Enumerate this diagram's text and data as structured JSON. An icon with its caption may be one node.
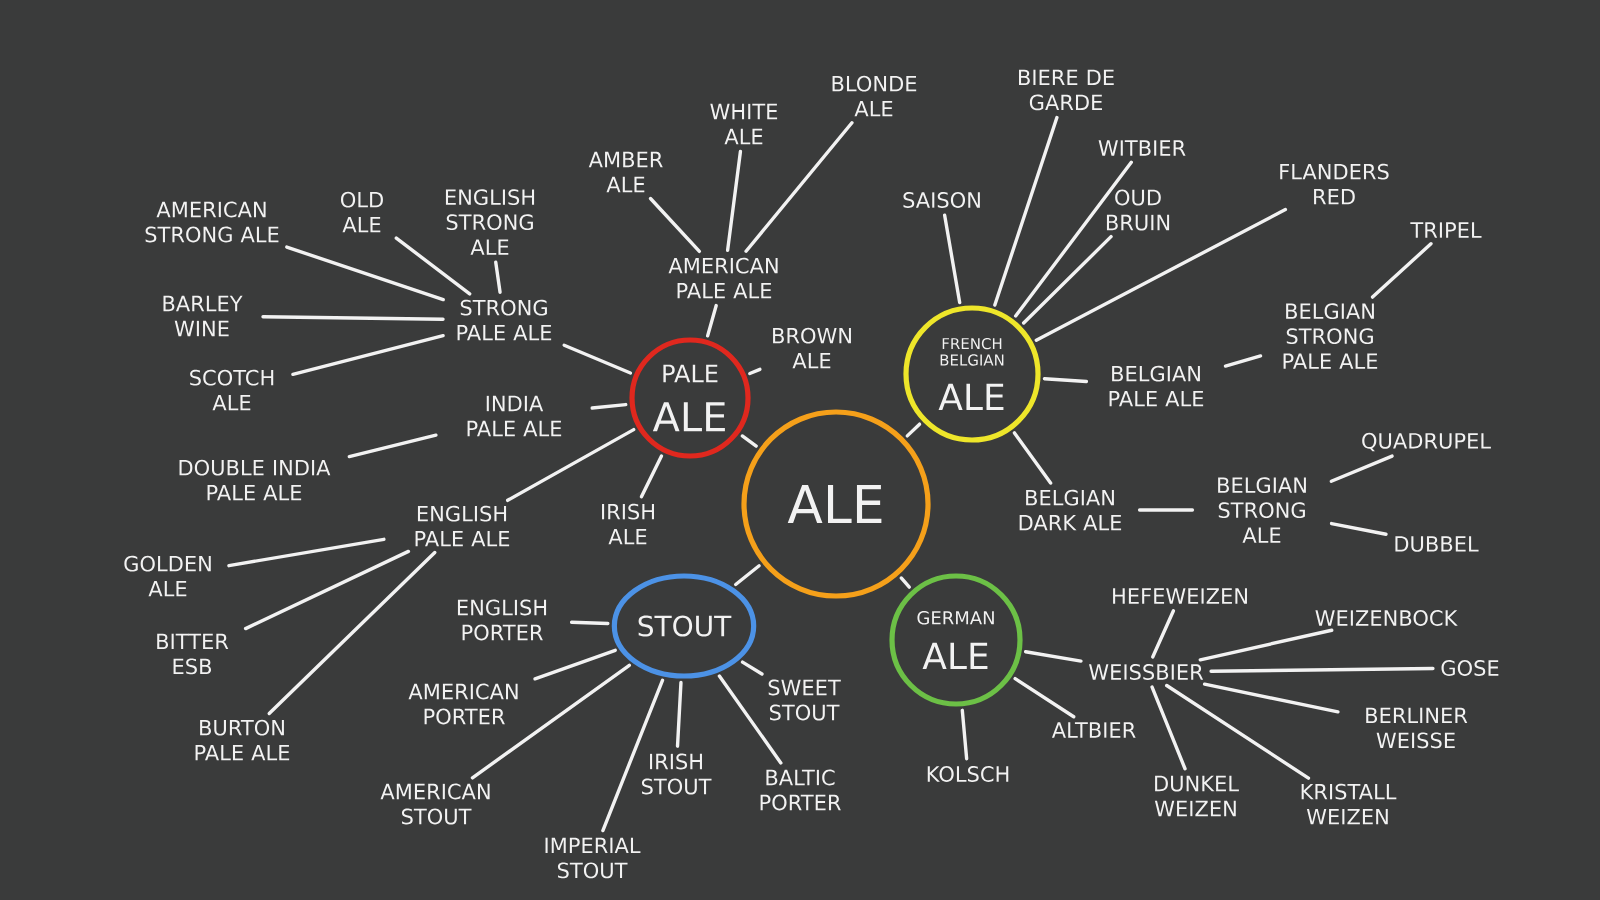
{
  "diagram": {
    "nodes": [
      {
        "text": [
          "ALE"
        ]
      },
      {
        "text": [
          "PALE",
          "ALE"
        ]
      },
      {
        "text": [
          "FRENCH BELGIAN",
          "ALE"
        ]
      },
      {
        "text": [
          "STOUT"
        ]
      },
      {
        "text": [
          "GERMAN",
          "ALE"
        ]
      },
      {
        "text": [
          "AMERICAN PALE ALE"
        ]
      },
      {
        "text": [
          "BROWN ALE"
        ]
      },
      {
        "text": [
          "STRONG PALE ALE"
        ]
      },
      {
        "text": [
          "INDIA PALE ALE"
        ]
      },
      {
        "text": [
          "ENGLISH PALE ALE"
        ]
      },
      {
        "text": [
          "IRISH ALE"
        ]
      },
      {
        "text": [
          "AMBER ALE"
        ]
      },
      {
        "text": [
          "WHITE ALE"
        ]
      },
      {
        "text": [
          "BLONDE ALE"
        ]
      },
      {
        "text": [
          "AMERICAN STRONG ALE"
        ]
      },
      {
        "text": [
          "OLD ALE"
        ]
      },
      {
        "text": [
          "ENGLISH STRONG ALE"
        ]
      },
      {
        "text": [
          "BARLEY WINE"
        ]
      },
      {
        "text": [
          "SCOTCH ALE"
        ]
      },
      {
        "text": [
          "DOUBLE INDIA PALE ALE"
        ]
      },
      {
        "text": [
          "GOLDEN ALE"
        ]
      },
      {
        "text": [
          "BITTER ESB"
        ]
      },
      {
        "text": [
          "BURTON PALE ALE"
        ]
      },
      {
        "text": [
          "SAISON"
        ]
      },
      {
        "text": [
          "BIERE DE GARDE"
        ]
      },
      {
        "text": [
          "WITBIER"
        ]
      },
      {
        "text": [
          "OUD BRUIN"
        ]
      },
      {
        "text": [
          "FLANDERS RED"
        ]
      },
      {
        "text": [
          "BELGIAN PALE ALE"
        ]
      },
      {
        "text": [
          "BELGIAN DARK ALE"
        ]
      },
      {
        "text": [
          "BELGIAN STRONG PALE ALE"
        ]
      },
      {
        "text": [
          "TRIPEL"
        ]
      },
      {
        "text": [
          "BELGIAN STRONG ALE"
        ]
      },
      {
        "text": [
          "QUADRUPEL"
        ]
      },
      {
        "text": [
          "DUBBEL"
        ]
      },
      {
        "text": [
          "ENGLISH PORTER"
        ]
      },
      {
        "text": [
          "AMERICAN PORTER"
        ]
      },
      {
        "text": [
          "AMERICAN STOUT"
        ]
      },
      {
        "text": [
          "IMPERIAL STOUT"
        ]
      },
      {
        "text": [
          "IRISH STOUT"
        ]
      },
      {
        "text": [
          "BALTIC PORTER"
        ]
      },
      {
        "text": [
          "SWEET STOUT"
        ]
      },
      {
        "text": [
          "WEISSBIER"
        ]
      },
      {
        "text": [
          "ALTBIER"
        ]
      },
      {
        "text": [
          "KOLSCH"
        ]
      },
      {
        "text": [
          "HEFEWEIZEN"
        ]
      },
      {
        "text": [
          "WEIZENBOCK"
        ]
      },
      {
        "text": [
          "GOSE"
        ]
      },
      {
        "text": [
          "BERLINER WEISSE"
        ]
      },
      {
        "text": [
          "DUNKEL WEIZEN"
        ]
      },
      {
        "text": [
          "KRISTALL WEIZEN"
        ]
      }
    ],
    "edges": [
      {
        "from": 0,
        "to": 1,
        "arrow": "none"
      },
      {
        "from": 0,
        "to": 2,
        "arrow": "none"
      },
      {
        "from": 0,
        "to": 3,
        "arrow": "none"
      },
      {
        "from": 0,
        "to": 4,
        "arrow": "none"
      },
      {
        "from": 1,
        "to": 5,
        "arrow": "none"
      },
      {
        "from": 1,
        "to": 6,
        "arrow": "none"
      },
      {
        "from": 1,
        "to": 7,
        "arrow": "none"
      },
      {
        "from": 1,
        "to": 8,
        "arrow": "none"
      },
      {
        "from": 1,
        "to": 9,
        "arrow": "none"
      },
      {
        "from": 1,
        "to": 10,
        "arrow": "none"
      },
      {
        "from": 5,
        "to": 11,
        "arrow": "none"
      },
      {
        "from": 5,
        "to": 12,
        "arrow": "none"
      },
      {
        "from": 5,
        "to": 13,
        "arrow": "none"
      },
      {
        "from": 7,
        "to": 14,
        "arrow": "none"
      },
      {
        "from": 7,
        "to": 15,
        "arrow": "none"
      },
      {
        "from": 7,
        "to": 16,
        "arrow": "none"
      },
      {
        "from": 7,
        "to": 17,
        "arrow": "none"
      },
      {
        "from": 7,
        "to": 18,
        "arrow": "none"
      },
      {
        "from": 8,
        "to": 19,
        "arrow": "none"
      },
      {
        "from": 9,
        "to": 20,
        "arrow": "none"
      },
      {
        "from": 9,
        "to": 21,
        "arrow": "none"
      },
      {
        "from": 9,
        "to": 22,
        "arrow": "none"
      },
      {
        "from": 2,
        "to": 23,
        "arrow": "none"
      },
      {
        "from": 2,
        "to": 24,
        "arrow": "none"
      },
      {
        "from": 2,
        "to": 25,
        "arrow": "none"
      },
      {
        "from": 2,
        "to": 26,
        "arrow": "none"
      },
      {
        "from": 2,
        "to": 27,
        "arrow": "none"
      },
      {
        "from": 2,
        "to": 28,
        "arrow": "none"
      },
      {
        "from": 2,
        "to": 29,
        "arrow": "none"
      },
      {
        "from": 28,
        "to": 30,
        "arrow": "none"
      },
      {
        "from": 30,
        "to": 31,
        "arrow": "none"
      },
      {
        "from": 29,
        "to": 32,
        "arrow": "none"
      },
      {
        "from": 32,
        "to": 33,
        "arrow": "none"
      },
      {
        "from": 32,
        "to": 34,
        "arrow": "none"
      },
      {
        "from": 3,
        "to": 35,
        "arrow": "none"
      },
      {
        "from": 3,
        "to": 36,
        "arrow": "none"
      },
      {
        "from": 3,
        "to": 37,
        "arrow": "none"
      },
      {
        "from": 3,
        "to": 38,
        "arrow": "none"
      },
      {
        "from": 3,
        "to": 39,
        "arrow": "none"
      },
      {
        "from": 3,
        "to": 40,
        "arrow": "none"
      },
      {
        "from": 3,
        "to": 41,
        "arrow": "none"
      },
      {
        "from": 4,
        "to": 42,
        "arrow": "none"
      },
      {
        "from": 4,
        "to": 43,
        "arrow": "none"
      },
      {
        "from": 4,
        "to": 44,
        "arrow": "none"
      },
      {
        "from": 42,
        "to": 45,
        "arrow": "none"
      },
      {
        "from": 42,
        "to": 46,
        "arrow": "none"
      },
      {
        "from": 42,
        "to": 47,
        "arrow": "none"
      },
      {
        "from": 42,
        "to": 48,
        "arrow": "none"
      },
      {
        "from": 42,
        "to": 49,
        "arrow": "none"
      },
      {
        "from": 42,
        "to": 50,
        "arrow": "none"
      }
    ]
  }
}
